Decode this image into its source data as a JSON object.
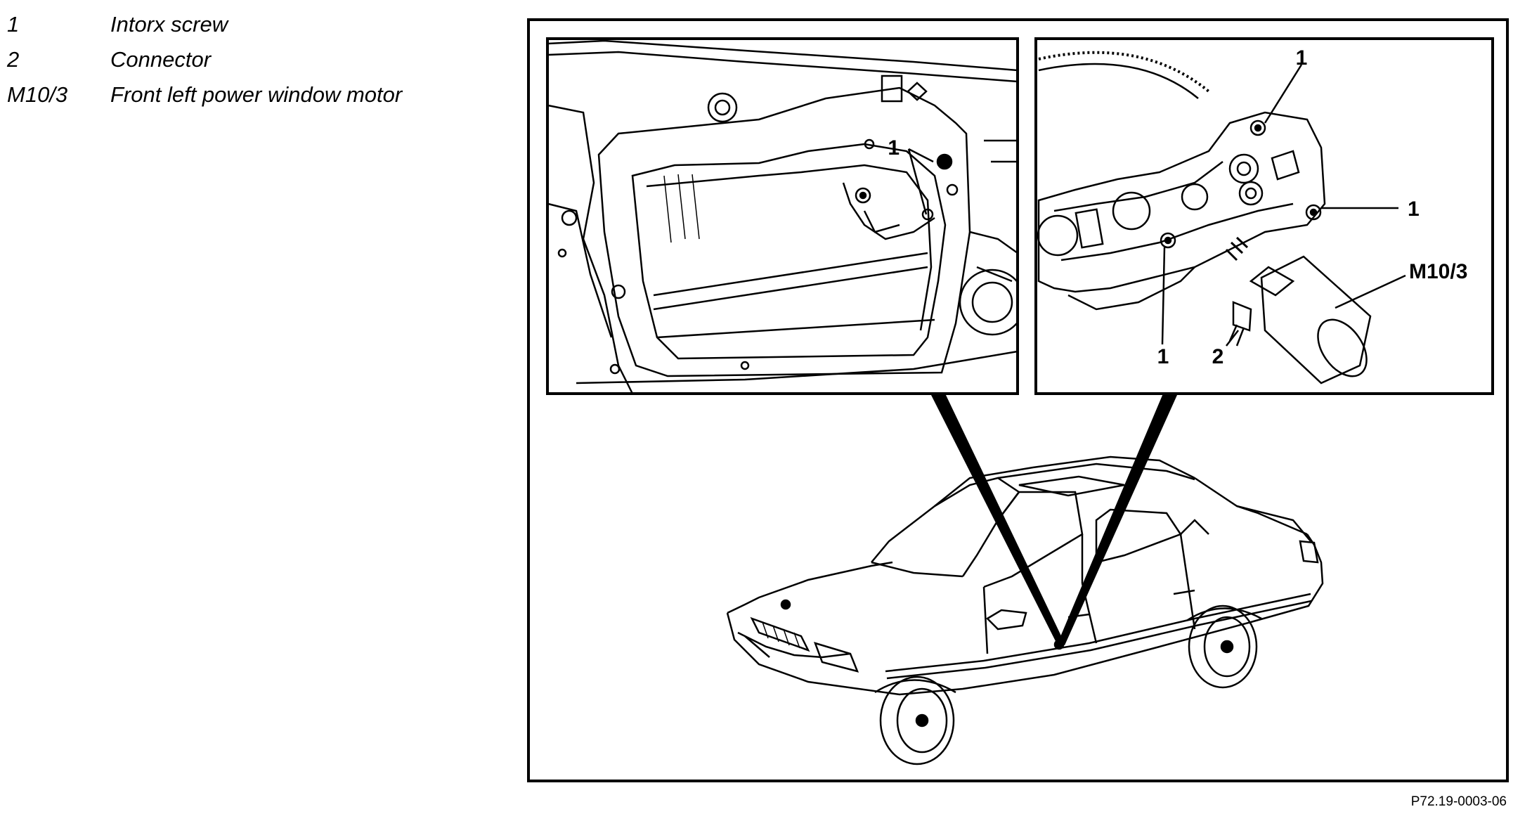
{
  "legend": {
    "items": [
      {
        "key": "1",
        "desc": "Intorx screw"
      },
      {
        "key": "2",
        "desc": "Connector"
      },
      {
        "key": "M10/3",
        "desc": "Front left power window motor"
      }
    ]
  },
  "diagram": {
    "left_panel": {
      "callouts": {
        "screw": "1"
      }
    },
    "right_panel": {
      "callouts": {
        "screw_top": "1",
        "screw_right": "1",
        "screw_bottom": "1",
        "connector": "2",
        "motor": "M10/3"
      }
    }
  },
  "reference_code": "P72.19-0003-06"
}
